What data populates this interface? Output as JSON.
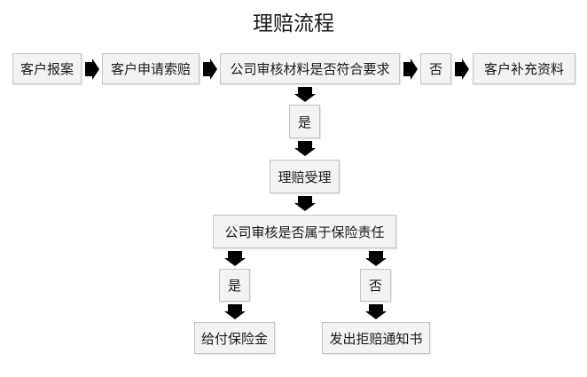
{
  "title": "理赔流程",
  "nodes": {
    "report": "客户报案",
    "apply": "客户申请索赔",
    "review_docs": "公司审核材料是否符合要求",
    "no_top": "否",
    "supplement": "客户补充资料",
    "yes_mid": "是",
    "accept": "理赔受理",
    "review_liability": "公司审核是否属于保险责任",
    "yes_left": "是",
    "no_right": "否",
    "pay": "给付保险金",
    "reject": "发出拒赔通知书"
  },
  "colors": {
    "box_fill": "#f3f3f3",
    "box_border": "#c4c4c4",
    "arrow": "#000000",
    "text": "#1a1a1a"
  }
}
